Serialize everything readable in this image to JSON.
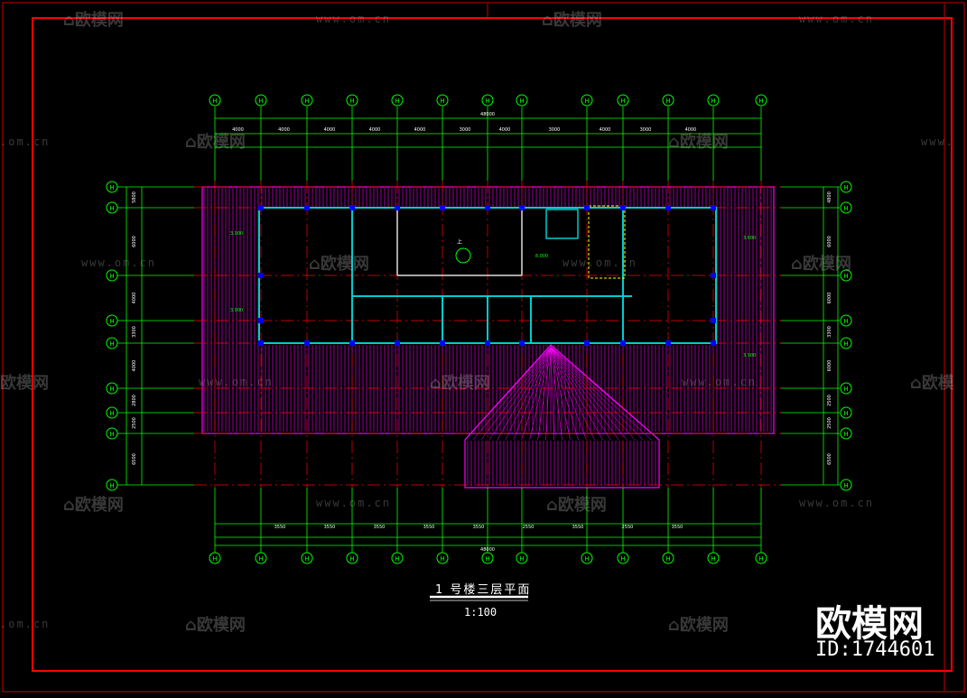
{
  "drawing": {
    "title": "1 号楼三层平面",
    "scale": "1:100",
    "grid_bubble_label": "H",
    "overall_dimension": "48000",
    "top_dims": [
      "4000",
      "4000",
      "4000",
      "4000",
      "4000",
      "3000",
      "4000",
      "3000",
      "4000",
      "3000",
      "4000"
    ],
    "bottom_dims": [
      "3550",
      "3550",
      "3550",
      "3550",
      "3550",
      "2550",
      "3550",
      "2550",
      "3550"
    ],
    "left_dims": [
      "5800",
      "6000",
      "4000",
      "3300",
      "4000",
      "2800",
      "2500",
      "6500"
    ],
    "right_dims": [
      "4800",
      "6000",
      "6000",
      "3300",
      "6000",
      "2500",
      "2500",
      "6500"
    ],
    "level_marks": [
      "3.900",
      "3.900",
      "3.600",
      "8.000",
      "3.900"
    ],
    "stair_label": "上",
    "colors": {
      "grid_lines": "#00ff00",
      "axis_lines": "#ff0000",
      "walls": "#00ffff",
      "roof_hatch": "#ff00ff",
      "frame": "#ff0000",
      "text": "#ffffff"
    }
  },
  "watermark": {
    "brand_text": "欧模网",
    "url_text": "www.om.cn",
    "id_text": "ID:1744601"
  }
}
